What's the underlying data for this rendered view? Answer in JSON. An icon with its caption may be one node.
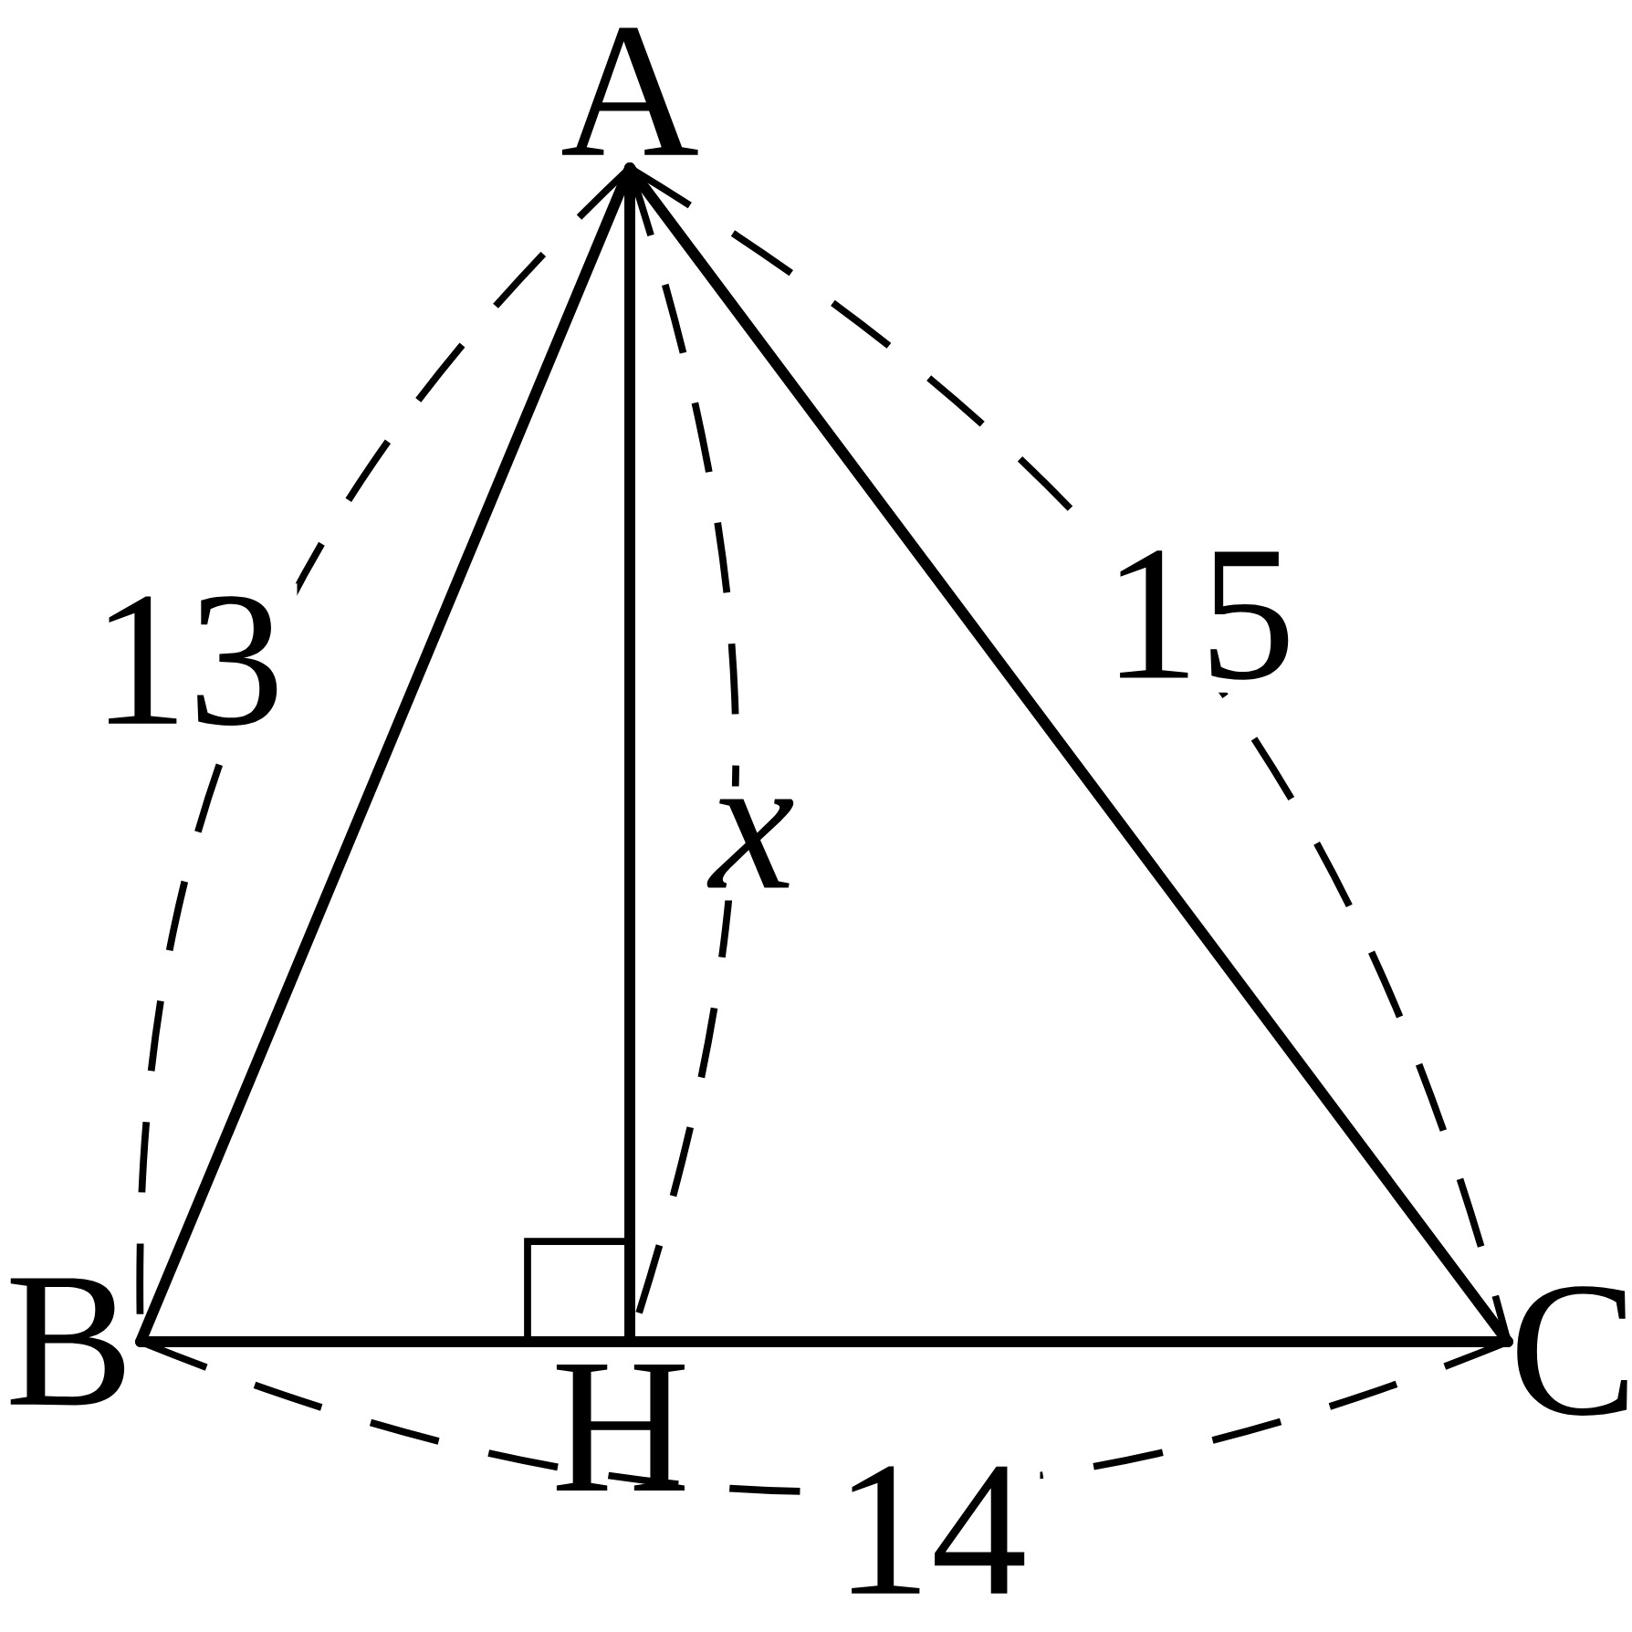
{
  "diagram": {
    "nodes": [
      {
        "text": [
          "A"
        ]
      },
      {
        "text": [
          "B"
        ]
      },
      {
        "text": [
          "C"
        ]
      },
      {
        "text": [
          "H"
        ]
      }
    ],
    "edges": [
      {
        "from": 0,
        "to": 1,
        "arrow": "none"
      },
      {
        "from": 0,
        "to": 2,
        "arrow": "none"
      },
      {
        "from": 1,
        "to": 2,
        "arrow": "none"
      },
      {
        "from": 0,
        "to": 3,
        "arrow": "none"
      }
    ],
    "labels": [
      "15",
      "13",
      "x",
      "14"
    ]
  }
}
